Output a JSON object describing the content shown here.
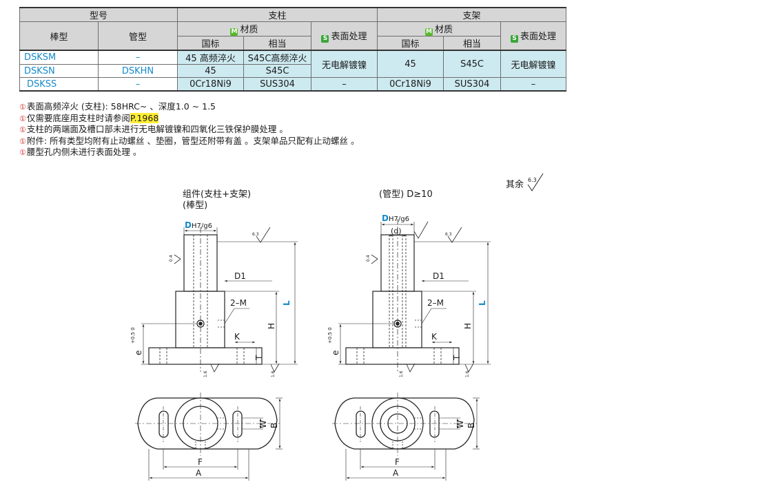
{
  "table": {
    "header": {
      "model": "型号",
      "column": "支柱",
      "bracket": "支架",
      "rod_type": "棒型",
      "tube_type": "管型",
      "material": "材质",
      "surface": "表面处理",
      "gb": "国标",
      "equiv": "相当",
      "badge_m": "M",
      "badge_s": "S"
    },
    "rows": [
      {
        "rod": "DSKSM",
        "tube": "–",
        "col_gb": "45 高频淬火",
        "col_eq": "S45C高频淬火",
        "col_surf": "无电解镀镍",
        "br_gb": "45",
        "br_eq": "S45C",
        "br_surf": "无电解镀镍"
      },
      {
        "rod": "DSKSN",
        "tube": "DSKHN",
        "col_gb": "45",
        "col_eq": "S45C"
      },
      {
        "rod": "DSKSS",
        "tube": "–",
        "col_gb": "0Cr18Ni9",
        "col_eq": "SUS304",
        "col_surf": "–",
        "br_gb": "0Cr18Ni9",
        "br_eq": "SUS304",
        "br_surf": "–"
      }
    ]
  },
  "notes": [
    {
      "bullet": "①",
      "text": "表面高频淬火 (支柱): 58HRC~ 、深度1.0 ~ 1.5"
    },
    {
      "bullet": "①",
      "text": "仅需要底座用支柱时请参阅",
      "link": "P.1968"
    },
    {
      "bullet": "①",
      "text": "支柱的两端面及槽口部未进行无电解镀镍和四氧化三铁保护膜处理 。"
    },
    {
      "bullet": "①",
      "text": "附件:  所有类型均附有止动螺丝 、垫圈，管型还附带有盖 。支架单品只配有止动螺丝 。"
    },
    {
      "bullet": "①",
      "text": "腰型孔内侧未进行表面处理 。"
    }
  ],
  "drawing": {
    "roughness_note": "其余",
    "roughness_value": "6.3",
    "left_title1": "组件(支柱+支架)",
    "left_title2": "(棒型)",
    "right_title": "(管型) D≥10",
    "dim_D": "D",
    "dim_tol": "H7/g6",
    "dim_d": "(d)",
    "dim_D1": "D1",
    "dim_2M": "2–M",
    "dim_L": "L",
    "dim_H": "H",
    "dim_K": "K",
    "dim_T": "T",
    "dim_e": "e",
    "dim_e_tol": "+0.5 0",
    "dim_W": "W",
    "dim_B": "B",
    "dim_F": "F",
    "dim_A": "A",
    "rough_small": "6.3",
    "rough_16": "1.6",
    "rough_04": "0.4"
  }
}
